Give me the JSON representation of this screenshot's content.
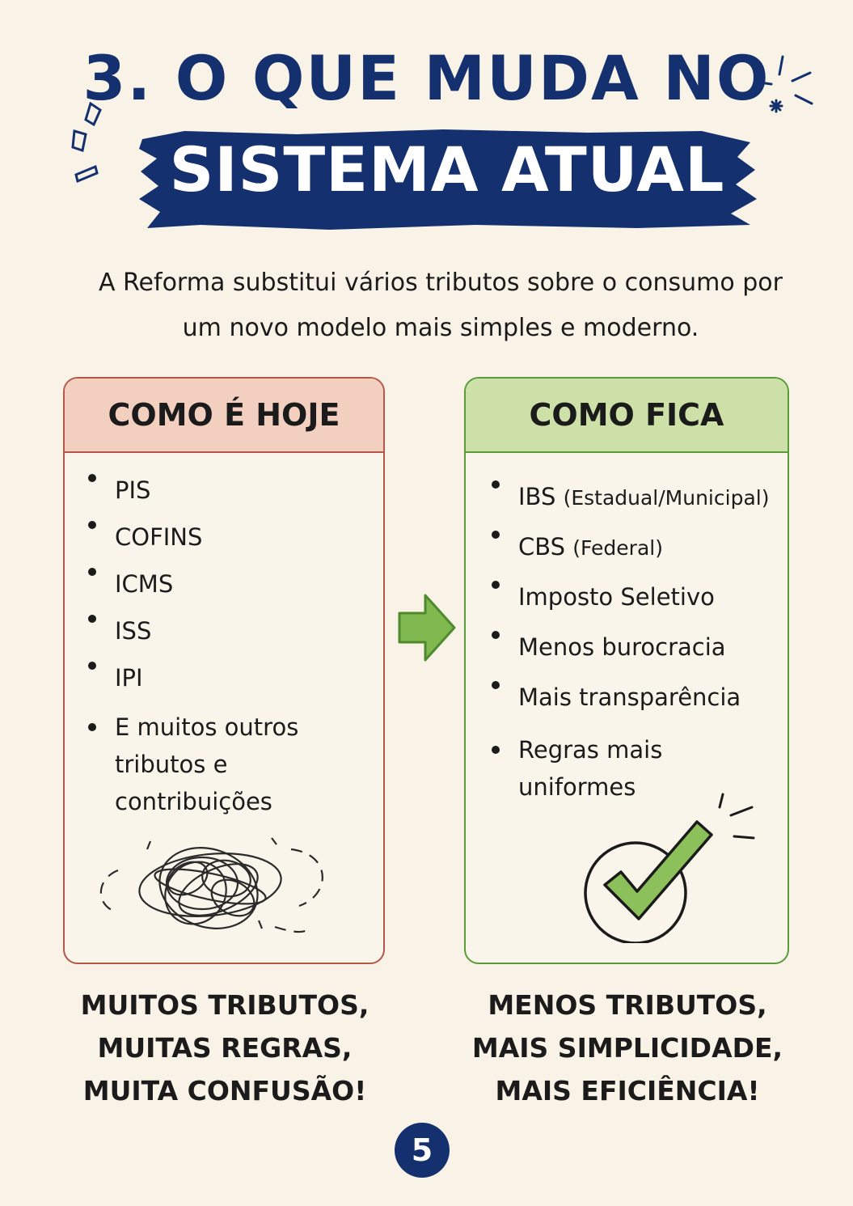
{
  "header": {
    "title_line1": "3. O QUE MUDA NO",
    "title_line2": "SISTEMA ATUAL"
  },
  "intro": {
    "text": "A Reforma substitui vários tributos sobre o consumo por um novo modelo mais simples e moderno."
  },
  "left_card": {
    "heading": "COMO É HOJE",
    "items": [
      "PIS",
      "COFINS",
      "ICMS",
      "ISS",
      "IPI",
      "E muitos outros tributos e contribuições"
    ],
    "caption_lines": [
      "MUITOS TRIBUTOS,",
      "MUITAS REGRAS,",
      "MUITA CONFUSÃO!"
    ]
  },
  "right_card": {
    "heading": "COMO FICA",
    "items": [
      {
        "main": "IBS",
        "note": "(Estadual/Municipal)"
      },
      {
        "main": "CBS",
        "note": "(Federal)"
      },
      {
        "main": "Imposto Seletivo",
        "note": ""
      },
      {
        "main": "Menos burocracia",
        "note": ""
      },
      {
        "main": "Mais transparência",
        "note": ""
      },
      {
        "main": "Regras mais uniformes",
        "note": ""
      }
    ],
    "caption_lines": [
      "MENOS TRIBUTOS,",
      "MAIS SIMPLICIDADE,",
      "MAIS EFICIÊNCIA!"
    ]
  },
  "page_number": "5",
  "colors": {
    "navy": "#14306e",
    "left_accent": "#b4574a",
    "left_fill": "#f3cfc0",
    "right_accent": "#5b9a3a",
    "right_fill": "#cde0a7",
    "arrow": "#7fb84f",
    "check": "#8cc05a",
    "background": "#f8f3e6"
  },
  "icons": [
    "sparkle-lines-icon",
    "scribble-tangle-icon",
    "right-arrow-icon",
    "check-circle-icon"
  ]
}
